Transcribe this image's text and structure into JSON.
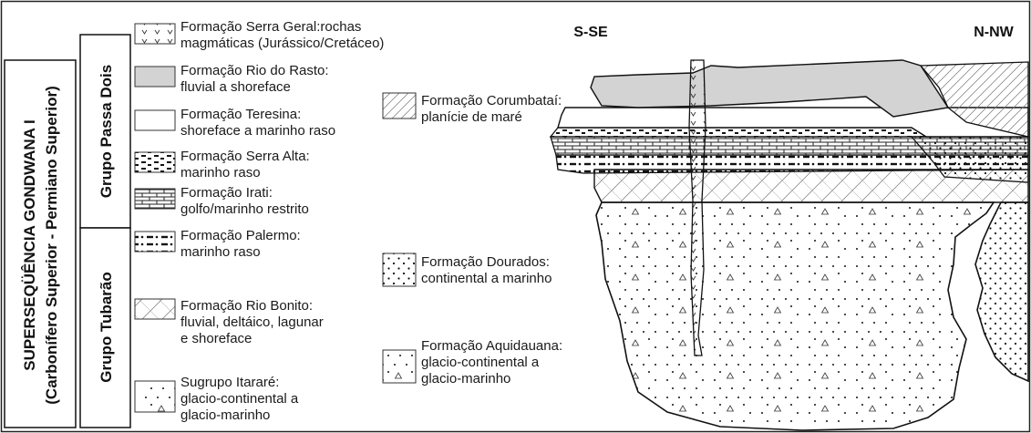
{
  "supersequence": {
    "title_line1": "SUPERSEQÜÊNCIA GONDWANA I",
    "title_line2": "(Carbonífero Superior - Permiano Superior)"
  },
  "groups": {
    "passa_dois": "Grupo Passa Dois",
    "tubarao": "Grupo Tubarão"
  },
  "directions": {
    "left": "S-SE",
    "right": "N-NW"
  },
  "legend": [
    {
      "id": "serra-geral",
      "line1": "Formação Serra Geral:rochas",
      "line2": "magmáticas (Jurássico/Cretáceo)",
      "line3": ""
    },
    {
      "id": "rio-do-rasto",
      "line1": "Formação Rio do Rasto:",
      "line2": "fluvial a shoreface",
      "line3": ""
    },
    {
      "id": "teresina",
      "line1": "Formação Teresina:",
      "line2": "shoreface a marinho raso",
      "line3": ""
    },
    {
      "id": "serra-alta",
      "line1": "Formação Serra Alta:",
      "line2": "marinho raso",
      "line3": ""
    },
    {
      "id": "irati",
      "line1": "Formação Irati:",
      "line2": "golfo/marinho restrito",
      "line3": ""
    },
    {
      "id": "palermo",
      "line1": "Formação Palermo:",
      "line2": "marinho raso",
      "line3": ""
    },
    {
      "id": "rio-bonito",
      "line1": "Formação Rio Bonito:",
      "line2": "fluvial, deltáico, lagunar",
      "line3": "e shoreface"
    },
    {
      "id": "itarare",
      "line1": "Sugrupo Itararé:",
      "line2": "glacio-continental a",
      "line3": "glacio-marinho"
    }
  ],
  "legend_mid": [
    {
      "id": "corumbatai",
      "line1": "Formação Corumbataí:",
      "line2": "planície de maré",
      "line3": ""
    },
    {
      "id": "dourados",
      "line1": "Formação Dourados:",
      "line2": "continental a marinho",
      "line3": ""
    },
    {
      "id": "aquidauana",
      "line1": "Formação Aquidauana:",
      "line2": "glacio-continental a",
      "line3": "glacio-marinho"
    }
  ],
  "colors": {
    "rio_do_rasto_fill": "#d3d3d3",
    "line": "#1a1a1a"
  }
}
